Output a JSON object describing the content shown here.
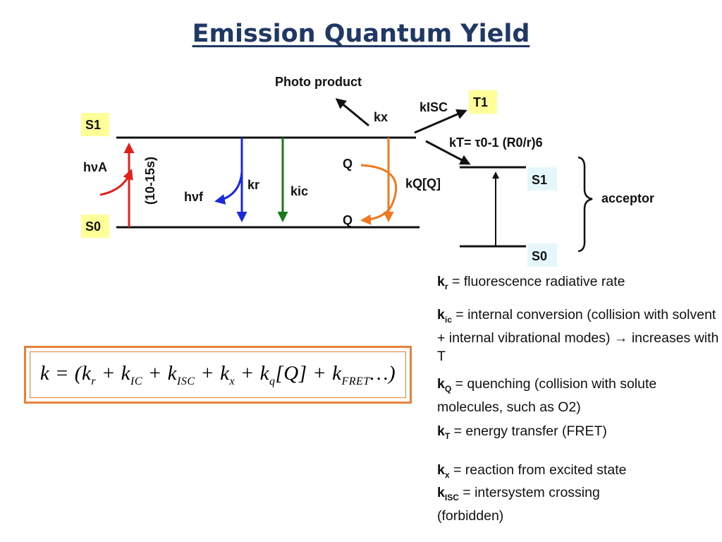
{
  "title": "Emission Quantum Yield",
  "diagram": {
    "donor_s1": "S1",
    "donor_s0": "S0",
    "acceptor_s1": "S1",
    "acceptor_s0": "S0",
    "t1": "T1",
    "photo_product": "Photo product",
    "absorption": "hνA",
    "timescale": "(10-15s)",
    "emission": "hνf",
    "kr": "kr",
    "kic": "kic",
    "kx": "kx",
    "kisc": "kISC",
    "kq": "kQ[Q]",
    "q_top": "Q",
    "q_bottom": "Q",
    "kt_formula": "kT= τ0-1 (R0/r)6",
    "acceptor": "acceptor",
    "colors": {
      "absorption": "#e0201b",
      "emission": "#1a2ad8",
      "internal_conversion": "#1a7a1a",
      "quenching": "#f07820",
      "state_highlight": "#ffff99",
      "acceptor_highlight": "#e6f7fb",
      "box_border": "#e8823a",
      "title": "#1f3864"
    }
  },
  "equation": {
    "lhs": "k",
    "eq": "= (",
    "t1": "k",
    "s1": "r",
    "t2": "k",
    "s2": "IC",
    "t3": "k",
    "s3": "ISC",
    "t4": "k",
    "s4": "x",
    "t5": "k",
    "s5": "q",
    "t5b": "[Q]",
    "t6": "k",
    "s6": "FRET",
    "end": "…)",
    "plus": " + "
  },
  "legend": [
    {
      "sym": "k",
      "sub": "r",
      "text": " = fluorescence radiative rate"
    },
    {
      "sym": "k",
      "sub": "ic",
      "text": " = internal  conversion (collision  with solvent + internal vibrational  modes) → increases with T"
    },
    {
      "sym": "k",
      "sub": "Q",
      "text": " = quenching (collision with solute molecules, such as O2)"
    },
    {
      "sym": "k",
      "sub": "T",
      "text": " = energy transfer (FRET)"
    },
    {
      "sym": "k",
      "sub": "x",
      "text": " = reaction from excited state"
    },
    {
      "sym": "k",
      "sub": "ISC",
      "text": " = intersystem crossing (forbidden)"
    }
  ]
}
